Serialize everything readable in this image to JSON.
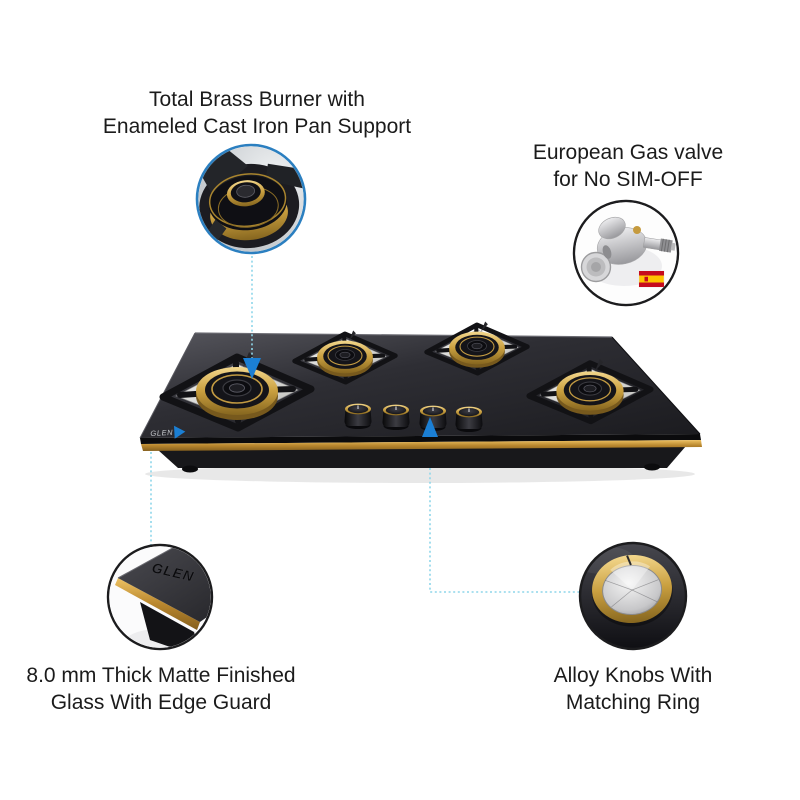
{
  "callouts": {
    "burner": {
      "line1": "Total Brass Burner with",
      "line2": "Enameled Cast Iron Pan Support"
    },
    "valve": {
      "line1": "European Gas valve",
      "line2": "for No SIM-OFF"
    },
    "glass": {
      "line1": "8.0 mm Thick Matte Finished",
      "line2": "Glass With Edge Guard"
    },
    "knobs": {
      "line1": "Alloy Knobs With",
      "line2": "Matching Ring"
    }
  },
  "brand": {
    "logo_hob": "GLEN",
    "logo_glass": "GLEN"
  },
  "product": {
    "burner_count": 4,
    "knob_count": 4
  },
  "icons": {
    "burner_closeup": "burner-closeup-photo",
    "gas_valve": "gas-valve-photo",
    "spain_flag": "spain-flag-icon",
    "glass_edge": "glass-edge-closeup-photo",
    "knob_closeup": "knob-closeup-photo",
    "arrow_down": "arrow-down-icon",
    "arrow_up": "arrow-up-icon"
  },
  "colors": {
    "accent_blue": "#1b7fd4",
    "connector_teal": "#8ed6ea",
    "brass": "#c99f3f",
    "gold_edge": "#b9872e",
    "glass_dark": "#232327",
    "flag_red": "#c60b1e",
    "flag_yellow": "#ffc400",
    "callout_border_blue": "#2b7fc0",
    "callout_border_dark": "#1c1c1e",
    "text": "#1b1b1b"
  }
}
